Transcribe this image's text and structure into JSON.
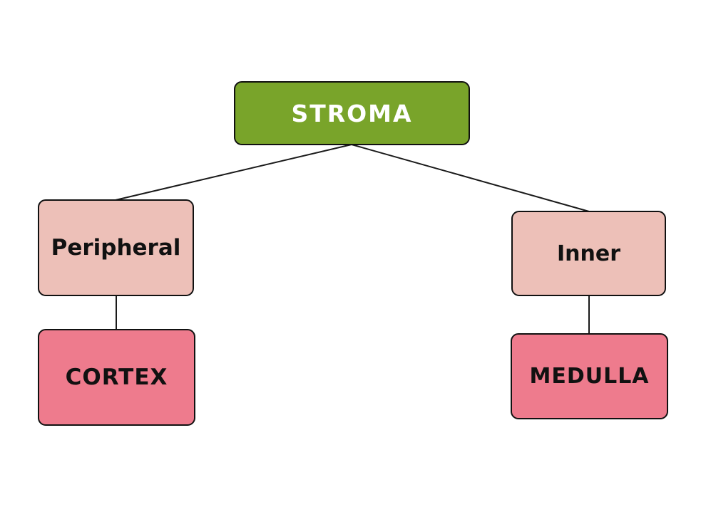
{
  "diagram": {
    "type": "tree",
    "description": "Stroma hierarchy diagram: STROMA splits into Peripheral (leading to CORTEX) and Inner (leading to MEDULLA)"
  },
  "nodes": {
    "root": {
      "id": "stroma",
      "label": "STROMA"
    },
    "left_parent": {
      "id": "peripheral",
      "label": "Peripheral"
    },
    "right_parent": {
      "id": "inner",
      "label": "Inner"
    },
    "left_child": {
      "id": "cortex",
      "label": "CORTEX"
    },
    "right_child": {
      "id": "medulla",
      "label": "MEDULLA"
    }
  },
  "edges": [
    {
      "from": "stroma",
      "to": "peripheral"
    },
    {
      "from": "stroma",
      "to": "inner"
    },
    {
      "from": "peripheral",
      "to": "cortex"
    },
    {
      "from": "inner",
      "to": "medulla"
    }
  ],
  "colors": {
    "canvas-bg": "#ffffff",
    "node-green": "#79a42a",
    "node-light-pink": "#edc0b8",
    "node-rose": "#ee7b8d",
    "border": "#111111",
    "line": "#1a1a1a",
    "text-light": "#ffffff",
    "text-dark": "#111111"
  }
}
